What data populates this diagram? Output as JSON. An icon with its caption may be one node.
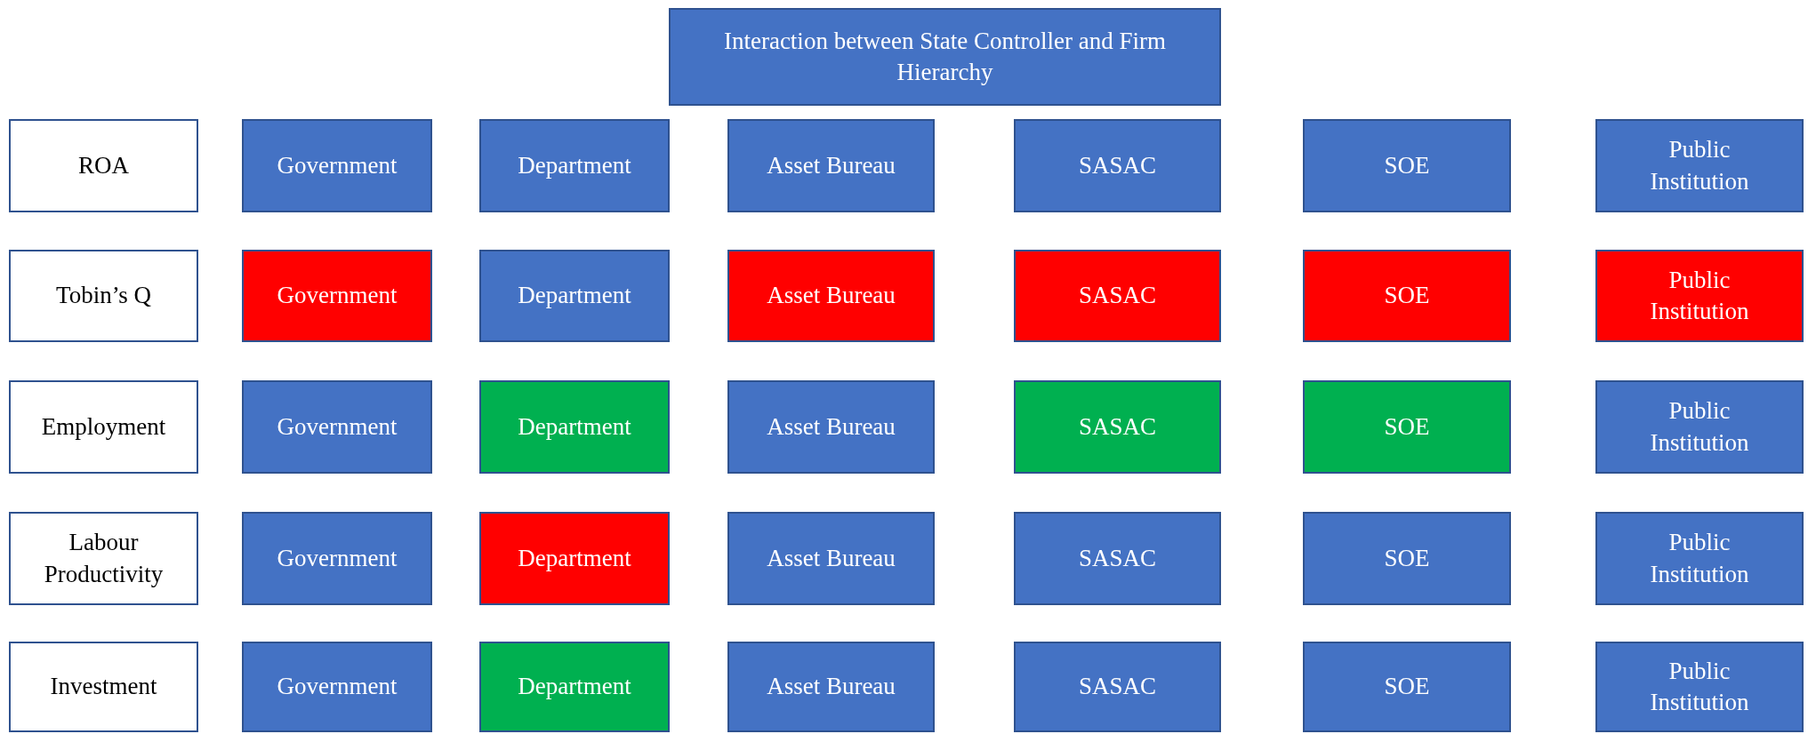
{
  "diagram": {
    "nodes": [
      {
        "text": [
          "Interaction between State Controller and Firm Hierarchy"
        ]
      },
      {
        "text": [
          "ROA"
        ]
      },
      {
        "text": [
          "Government"
        ]
      },
      {
        "text": [
          "Department"
        ]
      },
      {
        "text": [
          "Asset Bureau"
        ]
      },
      {
        "text": [
          "SASAC"
        ]
      },
      {
        "text": [
          "SOE"
        ]
      },
      {
        "text": [
          "Public Institution"
        ]
      },
      {
        "text": [
          "Tobin’s Q"
        ]
      },
      {
        "text": [
          "Government"
        ]
      },
      {
        "text": [
          "Department"
        ]
      },
      {
        "text": [
          "Asset Bureau"
        ]
      },
      {
        "text": [
          "SASAC"
        ]
      },
      {
        "text": [
          "SOE"
        ]
      },
      {
        "text": [
          "Public Institution"
        ]
      },
      {
        "text": [
          "Employment"
        ]
      },
      {
        "text": [
          "Government"
        ]
      },
      {
        "text": [
          "Department"
        ]
      },
      {
        "text": [
          "Asset Bureau"
        ]
      },
      {
        "text": [
          "SASAC"
        ]
      },
      {
        "text": [
          "SOE"
        ]
      },
      {
        "text": [
          "Public Institution"
        ]
      },
      {
        "text": [
          "Labour Productivity"
        ]
      },
      {
        "text": [
          "Government"
        ]
      },
      {
        "text": [
          "Department"
        ]
      },
      {
        "text": [
          "Asset Bureau"
        ]
      },
      {
        "text": [
          "SASAC"
        ]
      },
      {
        "text": [
          "SOE"
        ]
      },
      {
        "text": [
          "Public Institution"
        ]
      },
      {
        "text": [
          "Investment"
        ]
      },
      {
        "text": [
          "Government"
        ]
      },
      {
        "text": [
          "Department"
        ]
      },
      {
        "text": [
          "Asset Bureau"
        ]
      },
      {
        "text": [
          "SASAC"
        ]
      },
      {
        "text": [
          "SOE"
        ]
      },
      {
        "text": [
          "Public Institution"
        ]
      }
    ]
  }
}
